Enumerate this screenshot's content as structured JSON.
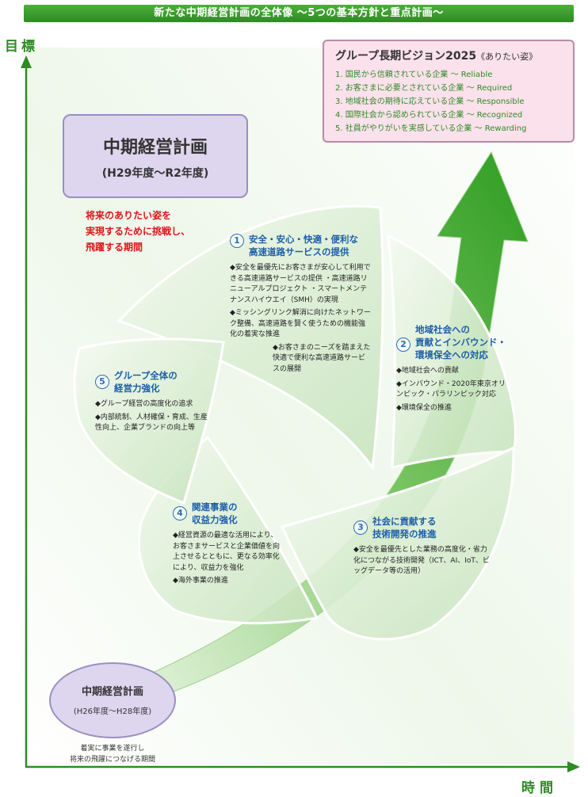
{
  "banner": "新たな中期経営計画の全体像 〜5つの基本方針と重点計画〜",
  "axis_y": "目標",
  "axis_x": "時間",
  "vision": {
    "title": "グループ長期ビジョン2025",
    "subtitle": "《ありたい姿》",
    "items": [
      "1. 国民から信頼されている企業 〜 Reliable",
      "2. お客さまに必要とされている企業 〜 Required",
      "3. 地域社会の期待に応えている企業 〜 Responsible",
      "4. 国際社会から認められている企業 〜 Recognized",
      "5. 社員がやりがいを実感している企業 〜 Rewarding"
    ]
  },
  "current_plan": {
    "title": "中期経営計画",
    "period": "(H29年度〜R2年度)",
    "challenge": [
      "将来のありたい姿を",
      "実現するために挑戦し、",
      "飛躍する期間"
    ]
  },
  "previous_plan": {
    "title": "中期経営計画",
    "period": "(H26年度〜H28年度)",
    "note": [
      "着実に事業を遂行し",
      "将来の飛躍につなげる期間"
    ]
  },
  "policies": [
    {
      "num": "1",
      "title": [
        "安全・安心・快適・便利な",
        "高速道路サービスの提供"
      ],
      "items": [
        "◆安全を最優先にお客さまが安心して利用できる高速道路サービスの提供 ・高速道路リニューアルプロジェクト ・スマートメンテナンスハイウエイ（SMH）の実現",
        "◆ミッシングリンク解消に向けたネットワーク整備、高速道路を賢く使うための機能強化の着実な推進",
        "◆お客さまのニーズを踏まえた快適で便利な高速道路サービスの展開"
      ]
    },
    {
      "num": "2",
      "title": [
        "地域社会への",
        "貢献とインバウンド・",
        "環境保全への対応"
      ],
      "items": [
        "◆地域社会への貢献",
        "◆インバウンド・2020年東京オリンピック・パラリンピック対応",
        "◆環境保全の推進"
      ]
    },
    {
      "num": "3",
      "title": [
        "社会に貢献する",
        "技術開発の推進"
      ],
      "items": [
        "◆安全を最優先とした業務の高度化・省力化につながる技術開発（ICT、AI、IoT、ビッグデータ等の活用）"
      ]
    },
    {
      "num": "4",
      "title": [
        "関連事業の",
        "収益力強化"
      ],
      "items": [
        "◆経営資源の最適な活用により、お客さまサービスと企業価値を向上させるとともに、更なる効率化により、収益力を強化",
        "◆海外事業の推進"
      ]
    },
    {
      "num": "5",
      "title": [
        "グループ全体の",
        "経営力強化"
      ],
      "items": [
        "◆グループ経営の高度化の追求",
        "◆内部統制、人材確保・育成、生産性向上、企業ブランドの向上等"
      ]
    }
  ],
  "colors": {
    "banner": "#2e8b23",
    "arrow": "#3aa32c",
    "leaf_fill": "#e3f1dd",
    "vision_bg": "#fbe1ec",
    "plan_bg": "#ddd6ee",
    "challenge_text": "#e0141a",
    "policy_title": "#1d5fa8"
  }
}
